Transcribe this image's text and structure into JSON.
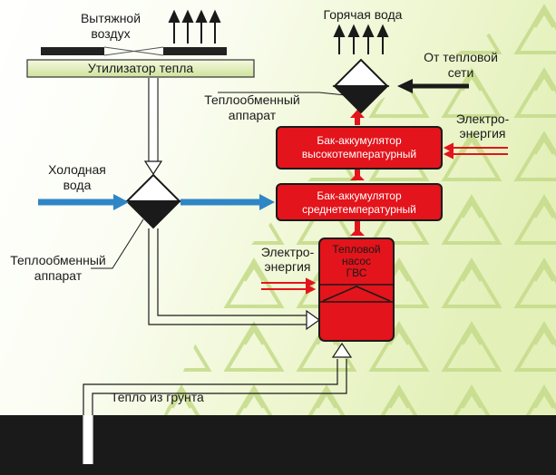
{
  "labels": {
    "exhaust_air": [
      "Вытяжной",
      "воздух"
    ],
    "heat_recovery": "Утилизатор тепла",
    "hot_water": "Горячая вода",
    "from_heat_net": [
      "От тепловой",
      "сети"
    ],
    "heat_exchanger_top": [
      "Теплообменный",
      "аппарат"
    ],
    "electricity_right": [
      "Электро-",
      "энергия"
    ],
    "cold_water": [
      "Холодная",
      "вода"
    ],
    "tank_high": [
      "Бак-аккумулятор",
      "высокотемпературный"
    ],
    "tank_mid": [
      "Бак-аккумулятор",
      "среднетемпературный"
    ],
    "electricity_left": [
      "Электро-",
      "энергия"
    ],
    "heat_pump": [
      "Тепловой",
      "насос",
      "ГВС"
    ],
    "heat_exchanger_left": [
      "Теплообменный",
      "аппарат"
    ],
    "ground_heat": "Тепло из грунта"
  },
  "colors": {
    "box_red": "#e3141b",
    "blue_arrow": "#2f86c6",
    "red_arrow": "#e3141b",
    "ground": "#1a1a1a",
    "pattern_green": "#c8dc90",
    "bg_green": "#e8f3c4"
  }
}
